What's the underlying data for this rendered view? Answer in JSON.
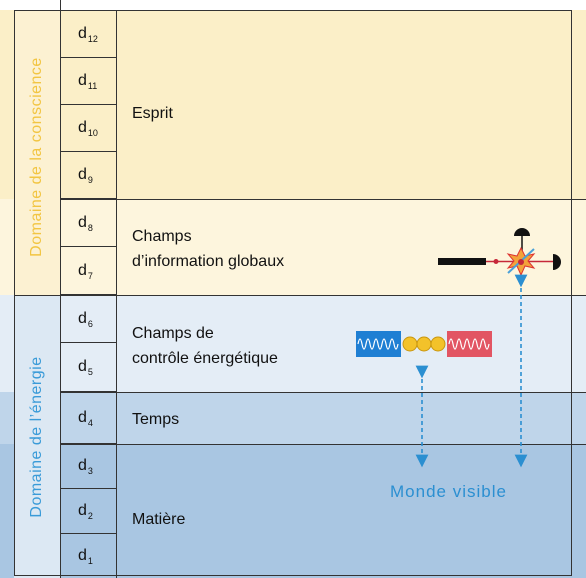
{
  "domains": {
    "conscience": {
      "label": "Domaine de la conscience",
      "color": "#f2c542"
    },
    "energie": {
      "label": "Domaine de l’énergie",
      "color": "#3a9bd8"
    }
  },
  "dimensions": [
    {
      "base": "d",
      "sub": "12"
    },
    {
      "base": "d",
      "sub": "11"
    },
    {
      "base": "d",
      "sub": "10"
    },
    {
      "base": "d",
      "sub": "9"
    },
    {
      "base": "d",
      "sub": "8"
    },
    {
      "base": "d",
      "sub": "7"
    },
    {
      "base": "d",
      "sub": "6"
    },
    {
      "base": "d",
      "sub": "5"
    },
    {
      "base": "d",
      "sub": "4"
    },
    {
      "base": "d",
      "sub": "3"
    },
    {
      "base": "d",
      "sub": "2"
    },
    {
      "base": "d",
      "sub": "1"
    }
  ],
  "levels": {
    "esprit": "Esprit",
    "champs_info_line1": "Champs",
    "champs_info_line2": "d’information globaux",
    "champs_ctrl_line1": "Champs de",
    "champs_ctrl_line2": "contrôle énergétique",
    "temps": "Temps",
    "matiere": "Matière"
  },
  "monde_visible": "Monde visible",
  "colors": {
    "esprit_bg": "#fbefc8",
    "info_bg": "#fdf5dd",
    "ctrl_bg": "#e4edf6",
    "temps_bg": "#bfd5ea",
    "matiere_bg": "#a9c6e2",
    "arrow": "#2b8fd1",
    "wave_blue": "#1f7fd3",
    "wave_red": "#e25563",
    "particle": "#f3c22a"
  }
}
